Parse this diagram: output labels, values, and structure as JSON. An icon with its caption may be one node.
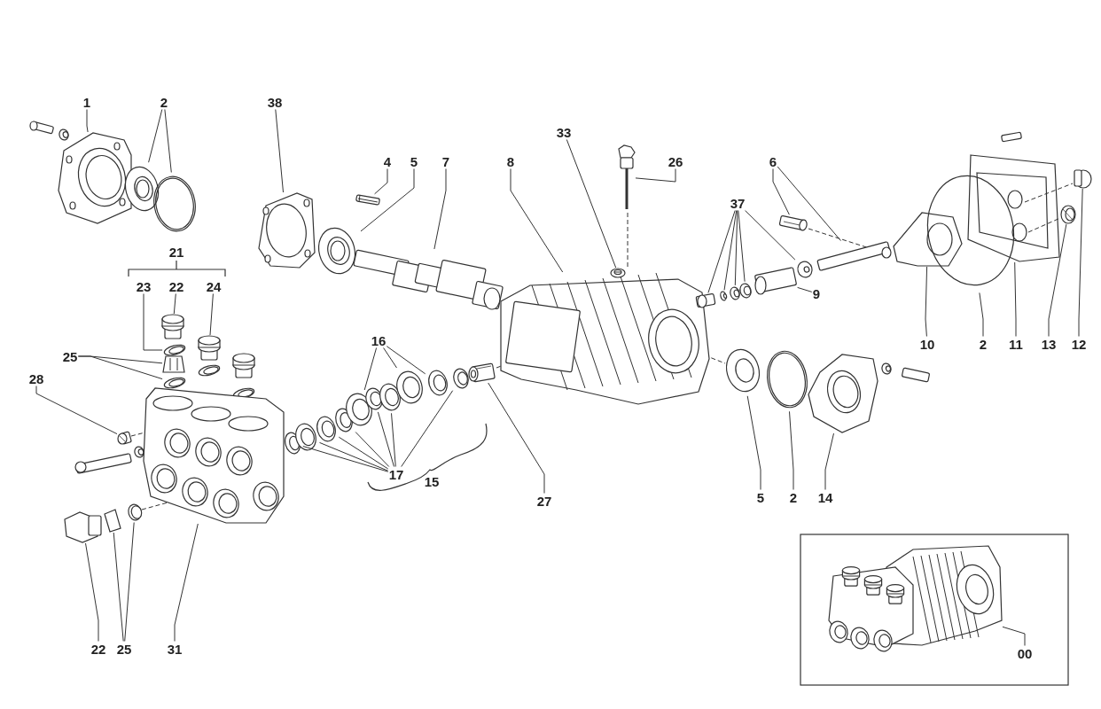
{
  "diagram": {
    "nodes": [
      {
        "text": [
          "1"
        ]
      },
      {
        "text": [
          "2"
        ]
      },
      {
        "text": [
          "38"
        ]
      },
      {
        "text": [
          "33"
        ]
      },
      {
        "text": [
          "4"
        ]
      },
      {
        "text": [
          "5"
        ]
      },
      {
        "text": [
          "7"
        ]
      },
      {
        "text": [
          "8"
        ]
      },
      {
        "text": [
          "26"
        ]
      },
      {
        "text": [
          "6"
        ]
      },
      {
        "text": [
          "37"
        ]
      },
      {
        "text": [
          "23"
        ]
      },
      {
        "text": [
          "22"
        ]
      },
      {
        "text": [
          "24"
        ]
      },
      {
        "text": [
          "9"
        ]
      },
      {
        "text": [
          "16"
        ]
      },
      {
        "text": [
          "10"
        ]
      },
      {
        "text": [
          "2"
        ]
      },
      {
        "text": [
          "11"
        ]
      },
      {
        "text": [
          "13"
        ]
      },
      {
        "text": [
          "12"
        ]
      },
      {
        "text": [
          "25"
        ]
      },
      {
        "text": [
          "28"
        ]
      },
      {
        "text": [
          "17"
        ]
      },
      {
        "text": [
          "5"
        ]
      },
      {
        "text": [
          "2"
        ]
      },
      {
        "text": [
          "14"
        ]
      },
      {
        "text": [
          "27"
        ]
      },
      {
        "text": [
          "22"
        ]
      },
      {
        "text": [
          "25"
        ]
      },
      {
        "text": [
          "31"
        ]
      },
      {
        "text": [
          "00"
        ]
      },
      {
        "text": [],
        "shape": "picture"
      },
      {
        "text": [],
        "shape": "picture"
      },
      {
        "text": [],
        "shape": "picture"
      },
      {
        "text": [],
        "shape": "picture"
      },
      {
        "text": [],
        "shape": "picture"
      },
      {
        "text": [],
        "shape": "picture"
      },
      {
        "text": [],
        "shape": "picture"
      },
      {
        "text": [],
        "shape": "picture"
      },
      {
        "text": [],
        "shape": "picture"
      },
      {
        "text": [],
        "shape": "picture"
      },
      {
        "text": [],
        "shape": "picture"
      },
      {
        "text": [],
        "shape": "picture"
      },
      {
        "text": [],
        "shape": "picture"
      },
      {
        "text": [],
        "shape": "picture"
      },
      {
        "text": [],
        "shape": "picture"
      },
      {
        "text": [],
        "shape": "picture"
      },
      {
        "text": [],
        "shape": "picture"
      },
      {
        "text": [],
        "shape": "picture"
      },
      {
        "text": [],
        "shape": "picture"
      },
      {
        "text": [],
        "shape": "picture"
      },
      {
        "text": [],
        "shape": "picture"
      },
      {
        "text": [],
        "shape": "picture"
      },
      {
        "text": [],
        "shape": "picture"
      },
      {
        "text": [],
        "shape": "picture"
      },
      {
        "text": [],
        "shape": "picture"
      },
      {
        "text": [],
        "shape": "picture"
      },
      {
        "text": [],
        "shape": "picture"
      },
      {
        "text": [],
        "shape": "picture"
      },
      {
        "text": [],
        "shape": "picture"
      },
      {
        "text": [],
        "shape": "picture"
      },
      {
        "text": [],
        "shape": "picture"
      },
      {
        "text": [],
        "shape": "picture"
      },
      {
        "text": [],
        "shape": "picture"
      },
      {
        "text": [],
        "shape": "picture"
      },
      {
        "text": [],
        "shape": "picture"
      },
      {
        "text": [],
        "shape": "picture"
      },
      {
        "text": [],
        "shape": "picture"
      },
      {
        "text": [],
        "shape": "picture"
      },
      {
        "text": [],
        "shape": "picture"
      },
      {
        "text": [],
        "shape": "picture"
      },
      {
        "text": [],
        "shape": "picture"
      },
      {
        "text": [],
        "shape": "picture"
      },
      {
        "text": [],
        "shape": "picture"
      },
      {
        "text": [],
        "shape": "picture"
      },
      {
        "text": [],
        "shape": "picture"
      },
      {
        "text": [],
        "shape": "picture"
      },
      {
        "text": [],
        "shape": "picture"
      },
      {
        "text": [],
        "shape": "picture"
      }
    ],
    "edges": [
      {
        "from": 0,
        "to": 32,
        "arrow": "none"
      },
      {
        "from": 1,
        "to": 33,
        "arrow": "none"
      },
      {
        "from": 1,
        "to": 34,
        "arrow": "none"
      },
      {
        "from": 2,
        "to": 35,
        "arrow": "none"
      },
      {
        "from": 3,
        "to": 41,
        "arrow": "none"
      },
      {
        "from": 4,
        "to": 36,
        "arrow": "none"
      },
      {
        "from": 5,
        "to": 37,
        "arrow": "none"
      },
      {
        "from": 6,
        "to": 38,
        "arrow": "none"
      },
      {
        "from": 7,
        "to": 39,
        "arrow": "none"
      },
      {
        "from": 8,
        "to": 40,
        "arrow": "none"
      },
      {
        "from": 9,
        "to": 48,
        "arrow": "none"
      },
      {
        "from": 9,
        "to": 49,
        "arrow": "none"
      },
      {
        "from": 10,
        "to": 42,
        "arrow": "none"
      },
      {
        "from": 10,
        "to": 43,
        "arrow": "none"
      },
      {
        "from": 10,
        "to": 44,
        "arrow": "none"
      },
      {
        "from": 10,
        "to": 45,
        "arrow": "none"
      },
      {
        "from": 10,
        "to": 47,
        "arrow": "none"
      },
      {
        "from": 11,
        "to": 56,
        "arrow": "none"
      },
      {
        "from": 12,
        "to": 55,
        "arrow": "none"
      },
      {
        "from": 13,
        "to": 59,
        "arrow": "none"
      },
      {
        "from": 14,
        "to": 46,
        "arrow": "none"
      },
      {
        "from": 15,
        "to": 69,
        "arrow": "none"
      },
      {
        "from": 15,
        "to": 72,
        "arrow": "none"
      },
      {
        "from": 15,
        "to": 73,
        "arrow": "none"
      },
      {
        "from": 16,
        "to": 50,
        "arrow": "none"
      },
      {
        "from": 17,
        "to": 51,
        "arrow": "none"
      },
      {
        "from": 18,
        "to": 52,
        "arrow": "none"
      },
      {
        "from": 19,
        "to": 54,
        "arrow": "none"
      },
      {
        "from": 20,
        "to": 53,
        "arrow": "none"
      },
      {
        "from": 21,
        "to": 57,
        "arrow": "none"
      },
      {
        "from": 21,
        "to": 58,
        "arrow": "none"
      },
      {
        "from": 22,
        "to": 61,
        "arrow": "none"
      },
      {
        "from": 23,
        "to": 65,
        "arrow": "none"
      },
      {
        "from": 23,
        "to": 66,
        "arrow": "none"
      },
      {
        "from": 23,
        "to": 67,
        "arrow": "none"
      },
      {
        "from": 23,
        "to": 68,
        "arrow": "none"
      },
      {
        "from": 23,
        "to": 70,
        "arrow": "none"
      },
      {
        "from": 23,
        "to": 71,
        "arrow": "none"
      },
      {
        "from": 23,
        "to": 74,
        "arrow": "none"
      },
      {
        "from": 24,
        "to": 76,
        "arrow": "none"
      },
      {
        "from": 25,
        "to": 77,
        "arrow": "none"
      },
      {
        "from": 26,
        "to": 78,
        "arrow": "none"
      },
      {
        "from": 27,
        "to": 75,
        "arrow": "none"
      },
      {
        "from": 28,
        "to": 62,
        "arrow": "none"
      },
      {
        "from": 29,
        "to": 63,
        "arrow": "none"
      },
      {
        "from": 29,
        "to": 64,
        "arrow": "none"
      },
      {
        "from": 30,
        "to": 60,
        "arrow": "none"
      },
      {
        "from": 31,
        "to": 79,
        "arrow": "none"
      }
    ],
    "labels": [
      "21",
      "15"
    ]
  }
}
